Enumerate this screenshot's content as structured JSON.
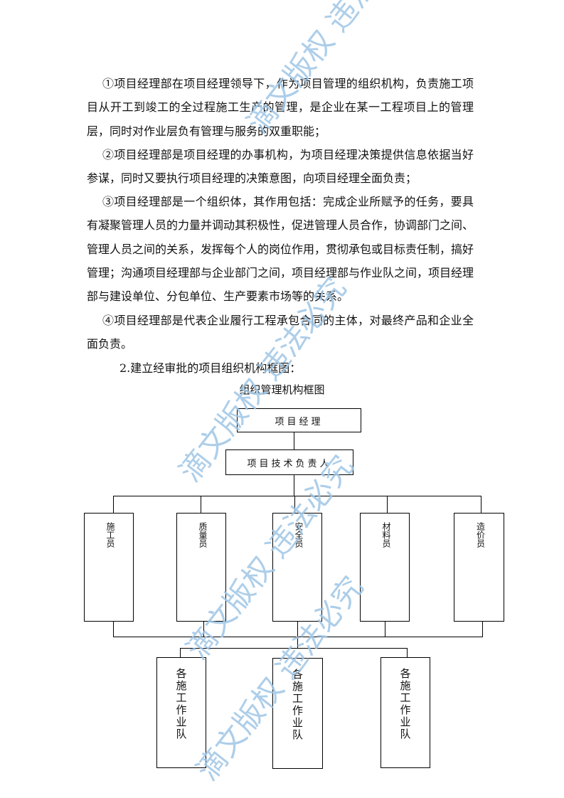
{
  "paragraphs": [
    "①项目经理部在项目经理领导下，作为项目管理的组织机构，负责施工项目从开工到竣工的全过程施工生产的管理，是企业在某一工程项目上的管理层，同时对作业层负有管理与服务的双重职能；",
    "②项目经理部是项目经理的办事机构，为项目经理决策提供信息依据当好参谋，同时又要执行项目经理的决策意图，向项目经理全面负责；",
    "③项目经理部是一个组织体，其作用包括：完成企业所赋予的任务，要具有凝聚管理人员的力量并调动其积极性，促进管理人员合作，协调部门之间、管理人员之间的关系，发挥每个人的岗位作用，贯彻承包或目标责任制，搞好管理；沟通项目经理部与企业部门之间，项目经理部与作业队之间，项目经理部与建设单位、分包单位、生产要素市场等的关系。",
    "④项目经理部是代表企业履行工程承包合同的主体，对最终产品和企业全面负责。",
    "2.建立经审批的项目组织机构框图："
  ],
  "diagram": {
    "caption": "组织管理机构框图",
    "top": "项目经理",
    "second": "项目技术负责人",
    "roles": [
      "施工员",
      "质量员",
      "安全员",
      "材料员",
      "造价员"
    ],
    "teams": [
      "各施工作业队",
      "各施工作业队",
      "各施工作业队"
    ]
  },
  "watermark": "滴文版权  违法必究",
  "watermark_color": "#9fc6e6"
}
